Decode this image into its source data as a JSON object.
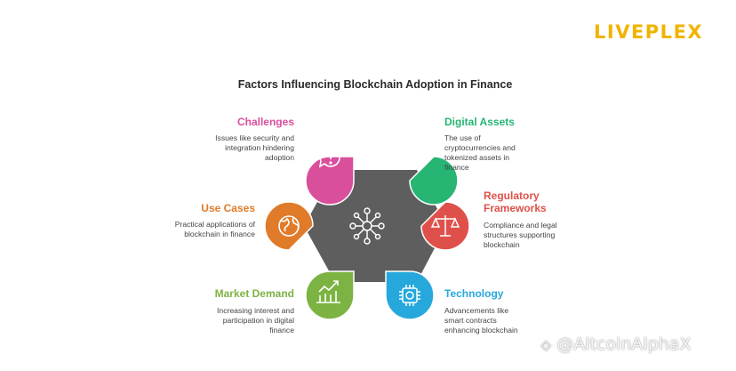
{
  "brand": {
    "logo": "LIVEPLEX"
  },
  "diagram": {
    "title": "Factors Influencing Blockchain Adoption in Finance"
  },
  "factors": {
    "challenges": {
      "title": "Challenges",
      "description": "Issues like security and integration hindering adoption",
      "color": "#d94f9c",
      "icon": "question-bubble-icon"
    },
    "use_cases": {
      "title": "Use Cases",
      "description": "Practical applications of blockchain in finance",
      "color": "#e07b2a",
      "icon": "globe-icon"
    },
    "market_demand": {
      "title": "Market Demand",
      "description": "Increasing interest and participation in digital finance",
      "color": "#7cb342",
      "icon": "growth-chart-icon"
    },
    "digital_assets": {
      "title": "Digital Assets",
      "description": "The use of cryptocurrencies and tokenized assets in finance",
      "color": "#26b573",
      "icon": "diamond-icon"
    },
    "regulatory": {
      "title": "Regulatory Frameworks",
      "description": "Compliance and legal structures supporting blockchain",
      "color": "#e0504a",
      "icon": "scales-icon"
    },
    "technology": {
      "title": "Technology",
      "description": "Advancements like smart contracts enhancing blockchain",
      "color": "#26a8dc",
      "icon": "chip-icon"
    }
  },
  "hub": {
    "color": "#5e5e5e",
    "icon": "network-icon"
  },
  "watermark": {
    "text": "@AltcoinAlphaX"
  }
}
